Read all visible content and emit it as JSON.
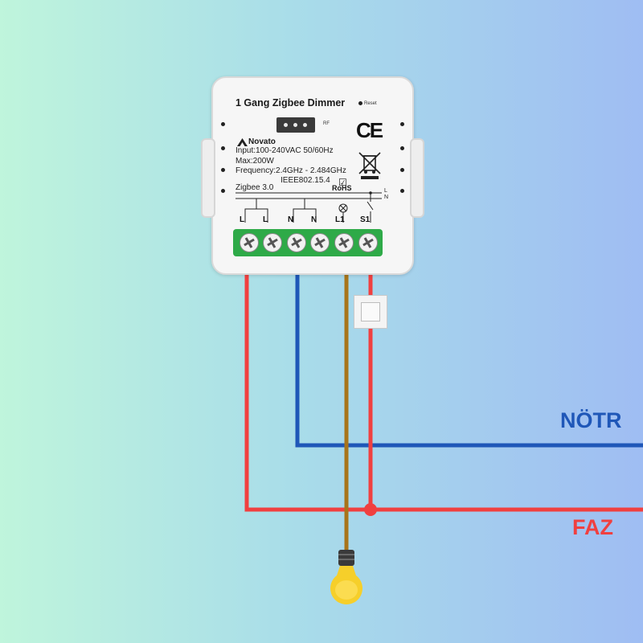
{
  "device": {
    "title": "1 Gang Zigbee Dimmer",
    "reset_label": "Reset",
    "rf_label": "RF",
    "ce_mark": "CE",
    "brand": "Novato",
    "spec_input": "Input:100-240VAC 50/60Hz",
    "spec_max": "Max:200W",
    "spec_frequency": "Frequency:2.4GHz - 2.484GHz",
    "spec_standard": "IEEE802.15.4",
    "rohs": "RoHS",
    "zigbee": "Zigbee 3.0",
    "bus_L": "L",
    "bus_N": "N",
    "terminals": [
      "L",
      "L",
      "N",
      "N",
      "L1",
      "S1"
    ]
  },
  "wires": {
    "neutral_label": "NÖTR",
    "phase_label": "FAZ"
  },
  "colors": {
    "phase": "#f04040",
    "neutral": "#1f57b8",
    "load": "#a8741a",
    "terminal_block": "#2eaa48",
    "bulb": "#f6cf2a"
  }
}
